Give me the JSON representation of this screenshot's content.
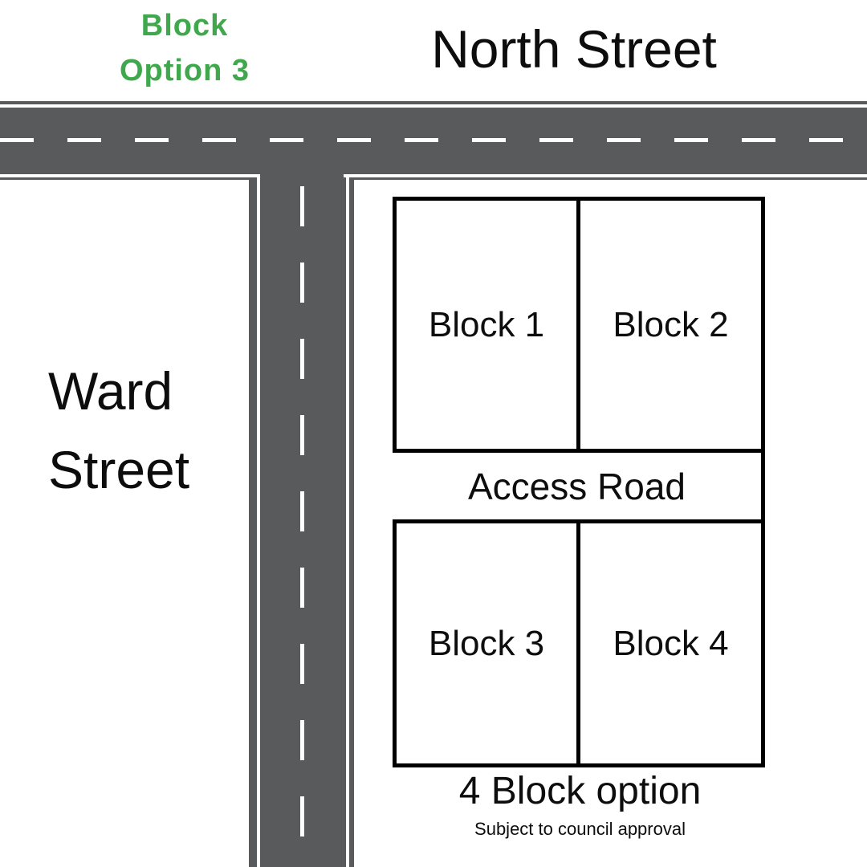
{
  "header": {
    "option_label_line1": "Block",
    "option_label_line2": "Option 3"
  },
  "streets": {
    "north": "North Street",
    "ward_line1": "Ward",
    "ward_line2": "Street",
    "access": "Access Road"
  },
  "blocks": [
    {
      "label": "Block 1"
    },
    {
      "label": "Block 2"
    },
    {
      "label": "Block 3"
    },
    {
      "label": "Block 4"
    }
  ],
  "footer": {
    "title": "4 Block option",
    "subtitle": "Subject to council approval"
  },
  "colors": {
    "road": "#595a5c",
    "accent_green": "#3fa84c",
    "text": "#0d0d0d",
    "background": "#ffffff",
    "road_marking": "#ffffff",
    "block_border": "#000000"
  }
}
